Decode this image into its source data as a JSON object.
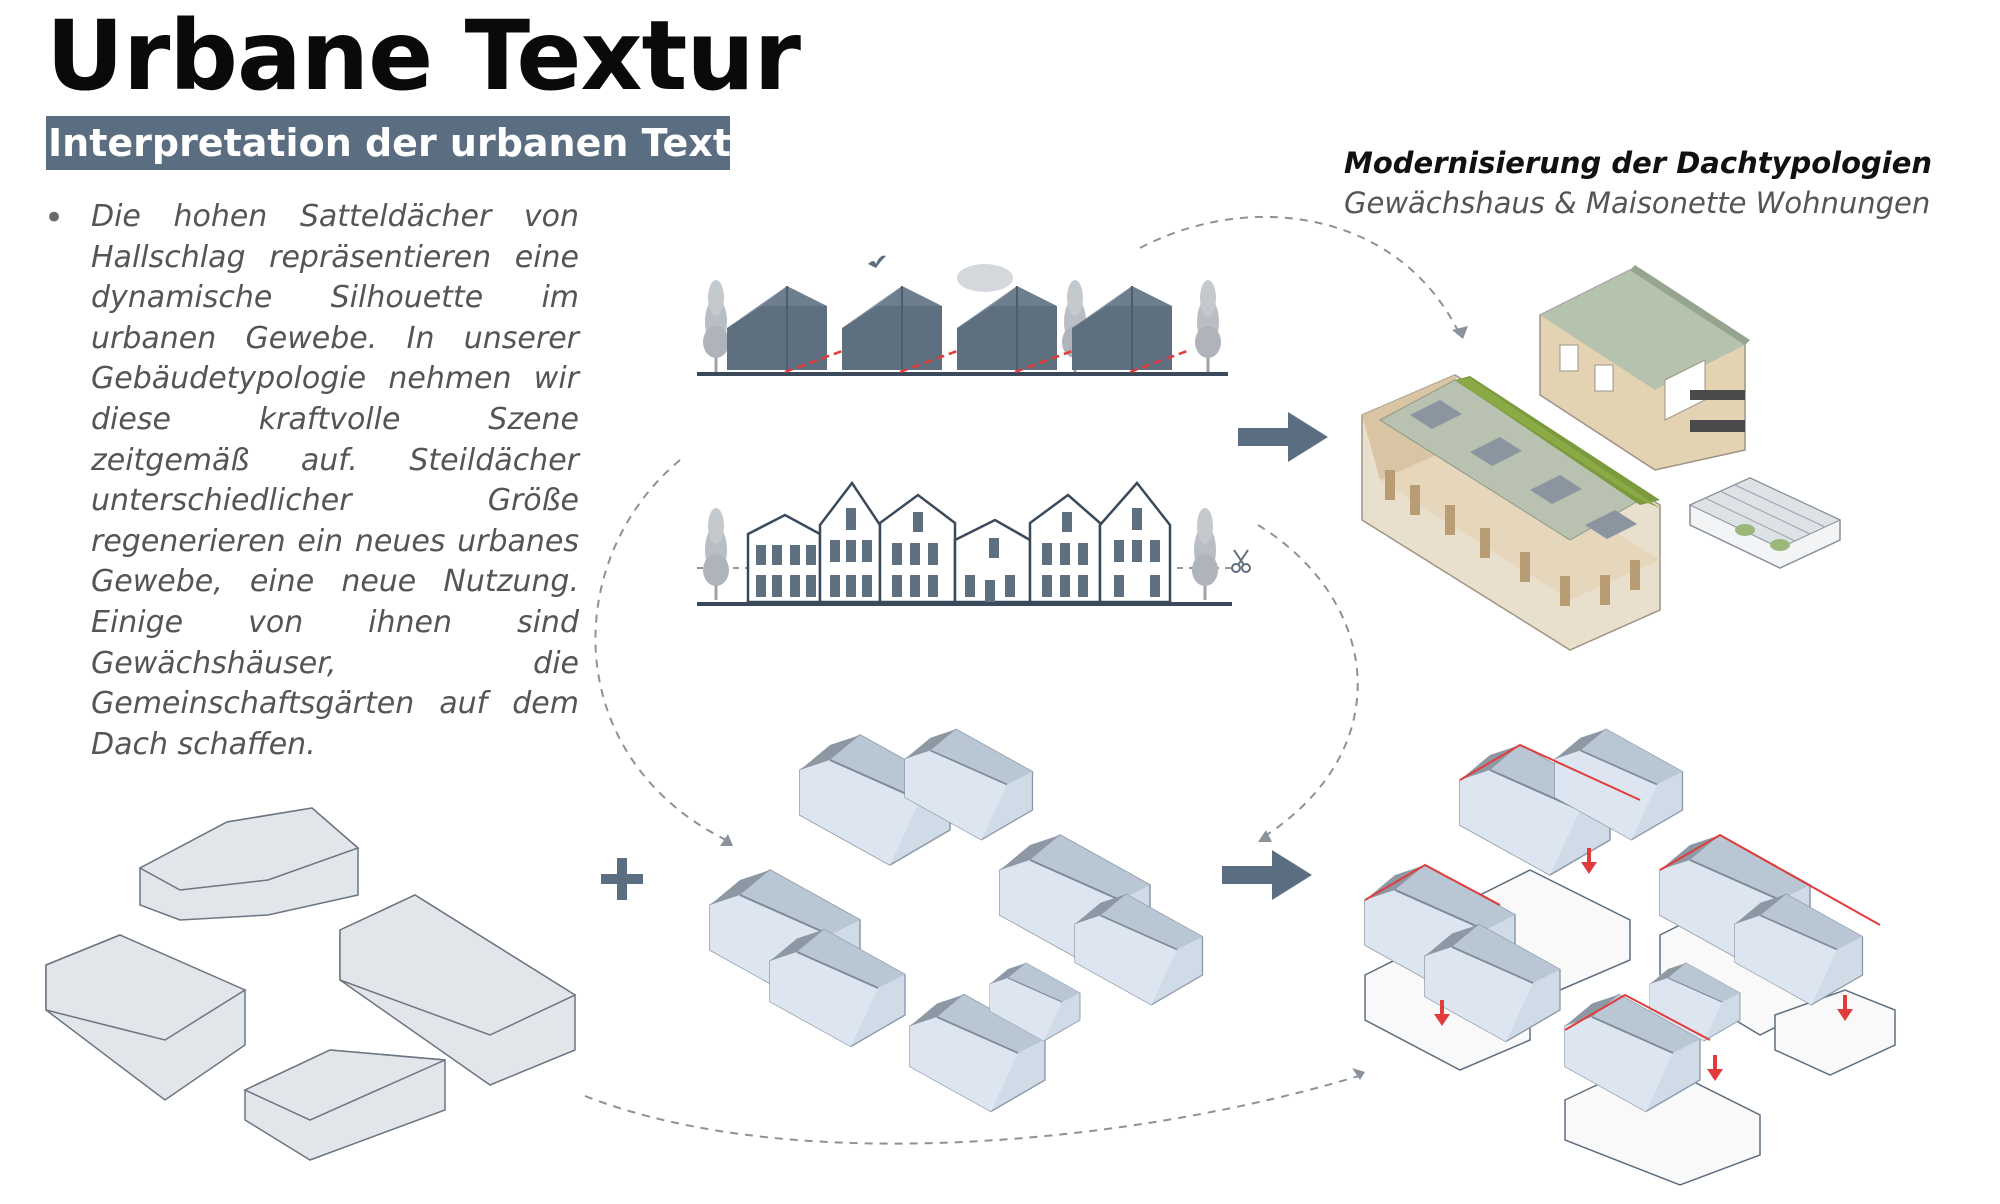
{
  "title": "Urbane Textur",
  "subtitle": "Interpretation der urbanen Textur",
  "body_text": "Die hohen Satteldächer von Hallschlag repräsentieren eine dynamische Silhouette im urbanen Gewebe. In unserer Gebäudetypologie nehmen wir diese kraftvolle Szene zeitgemäß auf. Steildächer unterschiedlicher Größe regenerieren ein neues urbanes Gewebe, eine neue Nutzung. Einige von ihnen sind Gewächshäuser, die Gemeinschaftsgärten auf dem Dach schaffen.",
  "right_heading": "Modernisierung der Dachtypologien",
  "right_subheading": "Gewächshaus & Maisonette Wohnungen",
  "plus_symbol": "+",
  "colors": {
    "accent_slate": "#5b6e81",
    "roof_dark": "#5e6f80",
    "block_light": "#dfe3e8",
    "roof_light": "#ccd8e6",
    "highlight_red": "#e03c3c",
    "green_roof": "#7a9a3c",
    "wood": "#d9c5a3"
  },
  "icons": {
    "bird": "bird-icon",
    "scissors": "scissors-icon",
    "arrow": "arrow-right-icon",
    "plus": "plus-icon"
  }
}
